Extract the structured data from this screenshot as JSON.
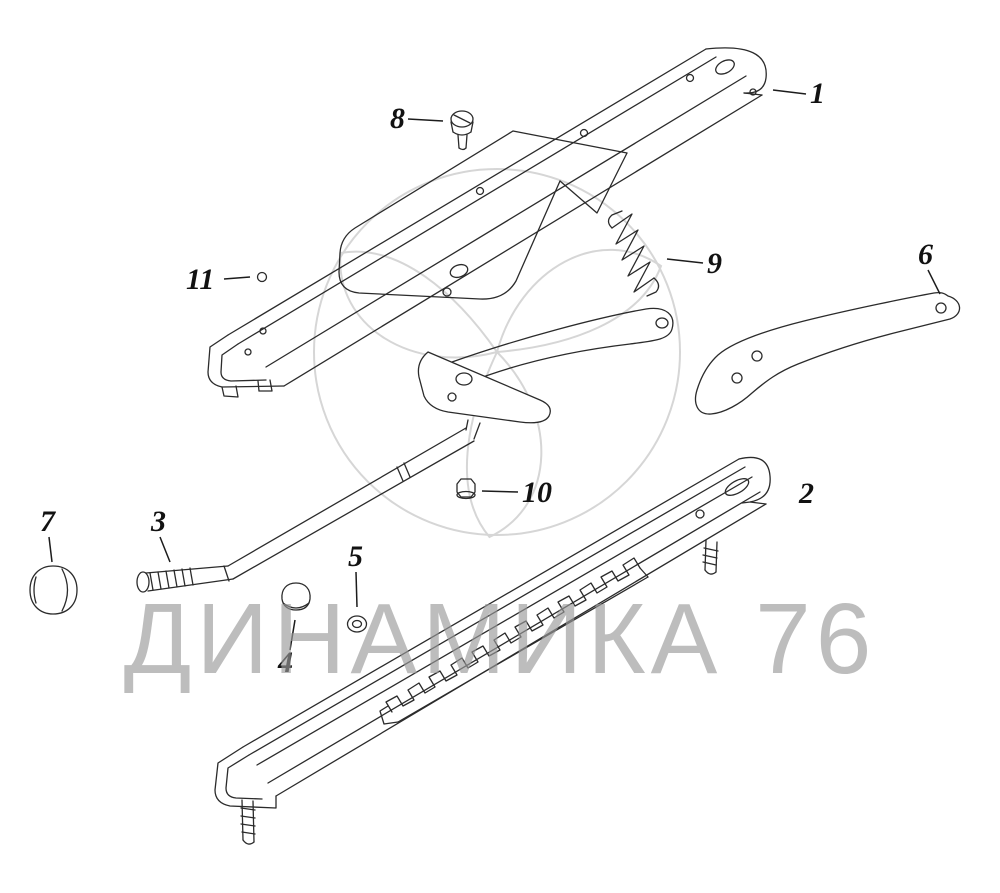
{
  "watermark": {
    "text": "ДИНАМИКА 76"
  },
  "callouts": [
    {
      "label": "1"
    },
    {
      "label": "2"
    },
    {
      "label": "3"
    },
    {
      "label": "4"
    },
    {
      "label": "5"
    },
    {
      "label": "6"
    },
    {
      "label": "7"
    },
    {
      "label": "8"
    },
    {
      "label": "9"
    },
    {
      "label": "10"
    },
    {
      "label": "11"
    }
  ]
}
